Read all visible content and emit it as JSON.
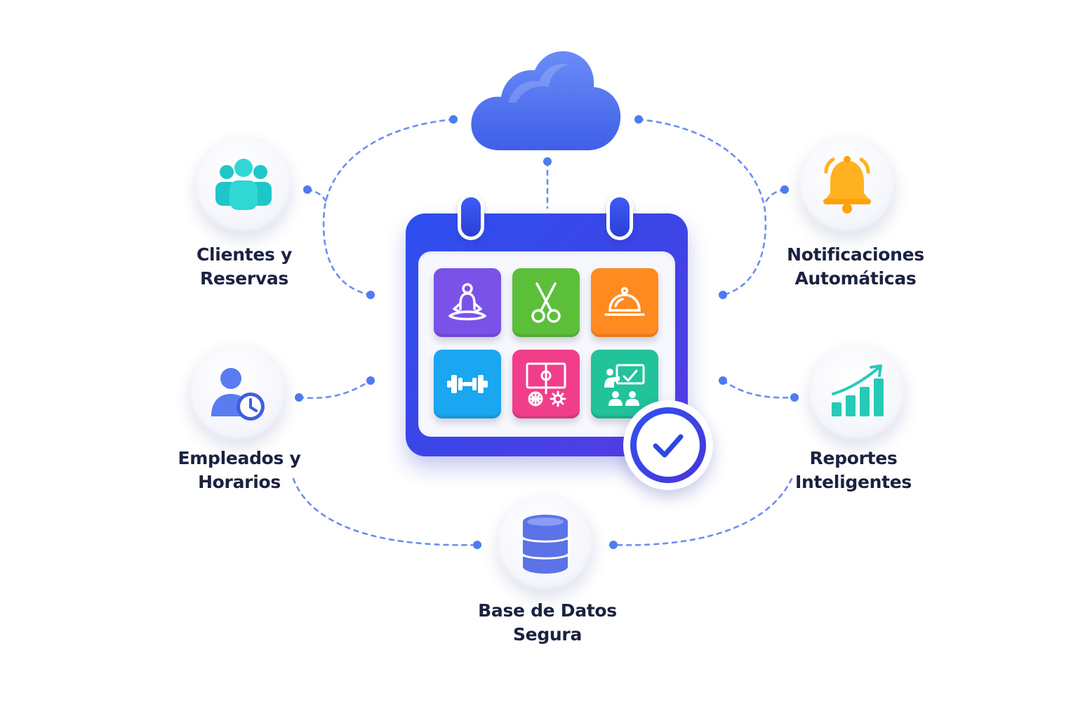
{
  "colors": {
    "connector": "#6b8ef0",
    "calendar": "#3147e8",
    "cloud": "#4a6ff0",
    "label": "#1b2140",
    "clients_icon": "#1ec6c8",
    "employees_icon": "#4f72e6",
    "notifications_icon": "#ffb21f",
    "reports_icon": "#27c9b8",
    "database_icon": "#5c72e8"
  },
  "center": {
    "icon": "calendar-icon",
    "badge_icon": "check-icon",
    "services": [
      {
        "icon": "meditation-icon",
        "color": "#7a52e8"
      },
      {
        "icon": "scissors-icon",
        "color": "#5cbf3a"
      },
      {
        "icon": "room-service-bell-icon",
        "color": "#ff8a1f"
      },
      {
        "icon": "dumbbell-icon",
        "color": "#1aa6f0"
      },
      {
        "icon": "sports-court-icon",
        "color": "#f03e8a"
      },
      {
        "icon": "classroom-icon",
        "color": "#22c29a"
      }
    ]
  },
  "cloud": {
    "icon": "cloud-icon"
  },
  "features": {
    "clients": {
      "icon": "users-icon",
      "line1": "Clientes y",
      "line2": "Reservas"
    },
    "employees": {
      "icon": "user-clock-icon",
      "line1": "Empleados y",
      "line2": "Horarios"
    },
    "notifications": {
      "icon": "bell-icon",
      "line1": "Notificaciones",
      "line2": "Automáticas"
    },
    "reports": {
      "icon": "growth-chart-icon",
      "line1": "Reportes",
      "line2": "Inteligentes"
    },
    "database": {
      "icon": "database-icon",
      "line1": "Base de Datos",
      "line2": "Segura"
    }
  }
}
